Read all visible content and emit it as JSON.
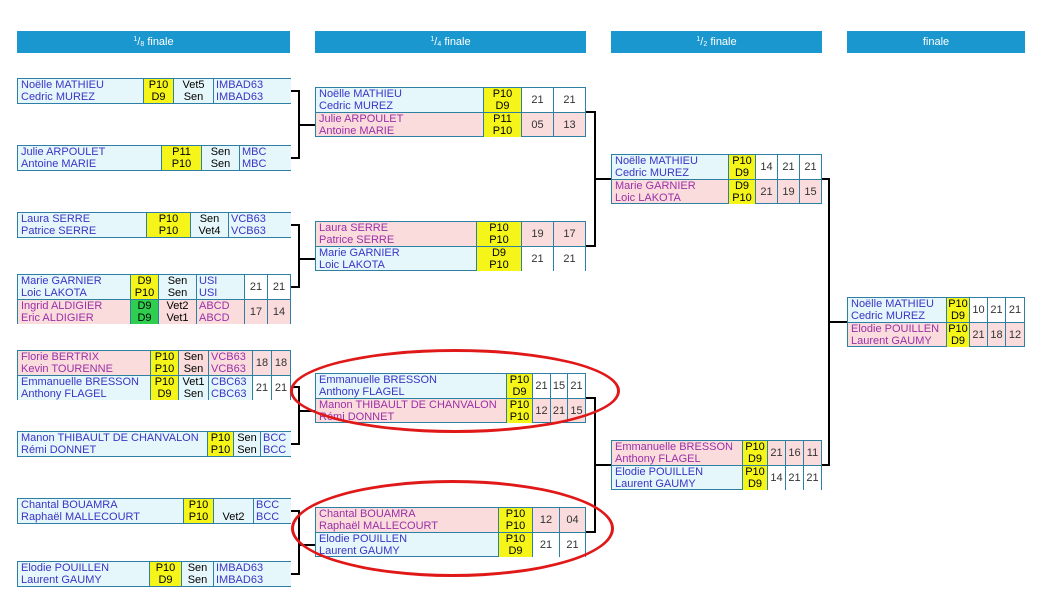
{
  "headers": {
    "r16": {
      "num": "1",
      "den": "8",
      "text": "finale"
    },
    "qf": {
      "num": "1",
      "den": "4",
      "text": "finale"
    },
    "sf": {
      "num": "1",
      "den": "2",
      "text": "finale"
    },
    "final": {
      "text": "finale"
    }
  },
  "colors": {
    "winner_bg": "#e6f7fb",
    "loser_bg": "#fbdcdc",
    "rank_bg": "#f5f51a",
    "rank_loser_bg": "#2fce4f",
    "header_bg": "#1a97cf"
  },
  "r16": [
    {
      "players": [
        [
          "Noëlle MATHIEU",
          "Cedric MUREZ"
        ],
        [
          "Julie ARPOULET",
          "Antoine MARIE"
        ]
      ],
      "ranks": [
        [
          "P10",
          "D9"
        ],
        [
          "P11",
          "P10"
        ]
      ],
      "cats": [
        [
          "Vet5",
          "Sen"
        ],
        [
          "Sen",
          "Sen"
        ]
      ],
      "clubs": [
        [
          "IMBAD63",
          "IMBAD63"
        ],
        [
          "MBC",
          "MBC"
        ]
      ]
    },
    {
      "players": [
        [
          "Laura SERRE",
          "Patrice SERRE"
        ],
        [
          "Marie GARNIER",
          "Loic LAKOTA"
        ]
      ],
      "ranks": [
        [
          "P10",
          "P10"
        ],
        [
          "D9",
          "P10"
        ]
      ],
      "cats": [
        [
          "Sen",
          "Vet4"
        ],
        [
          "Sen",
          "Sen"
        ]
      ],
      "clubs": [
        [
          "VCB63",
          "VCB63"
        ],
        [
          "USI",
          "USI"
        ]
      ]
    },
    {
      "players": [
        [
          "Ingrid ALDIGIER",
          "Eric ALDIGIER"
        ]
      ],
      "ranks": [
        [
          "D9",
          "D9"
        ]
      ],
      "cats": [
        [
          "Vet2",
          "Vet1"
        ]
      ],
      "clubs": [
        [
          "ABCD",
          "ABCD"
        ]
      ]
    },
    {
      "players": [
        [
          "Florie BERTRIX",
          "Kevin TOURENNE"
        ],
        [
          "Emmanuelle BRESSON",
          "Anthony FLAGEL"
        ]
      ],
      "ranks": [
        [
          "P10",
          "P10"
        ],
        [
          "P10",
          "D9"
        ]
      ],
      "cats": [
        [
          "Sen",
          "Sen"
        ],
        [
          "Vet1",
          "Sen"
        ]
      ],
      "clubs": [
        [
          "VCB63",
          "VCB63"
        ],
        [
          "CBC63",
          "CBC63"
        ]
      ]
    },
    {
      "players": [
        [
          "Manon THIBAULT DE CHANVALON",
          "Rémi DONNET"
        ],
        [
          "Chantal BOUAMRA",
          "Raphaël MALLECOURT"
        ]
      ],
      "ranks": [
        [
          "P10",
          "P10"
        ],
        [
          "P10",
          "P10"
        ]
      ],
      "cats": [
        [
          "Sen",
          "Sen"
        ],
        [
          "",
          "Vet2"
        ]
      ],
      "clubs": [
        [
          "BCC",
          "BCC"
        ],
        [
          "BCC",
          "BCC"
        ]
      ]
    },
    {
      "players": [
        [
          "Elodie POUILLEN",
          "Laurent GAUMY"
        ]
      ],
      "ranks": [
        [
          "P10",
          "D9"
        ]
      ],
      "cats": [
        [
          "Sen",
          "Sen"
        ]
      ],
      "clubs": [
        [
          "IMBAD63",
          "IMBAD63"
        ]
      ]
    }
  ],
  "r16_scores": {
    "garnier": [
      "21",
      "21"
    ],
    "aldigier": [
      "17",
      "14"
    ],
    "bertrix": [
      "18",
      "18"
    ],
    "bresson": [
      "21",
      "21"
    ]
  },
  "qf": [
    {
      "a": [
        "Noëlle MATHIEU",
        "Cedric MUREZ"
      ],
      "ar": [
        "P10",
        "D9"
      ],
      "as": [
        "21",
        "21"
      ],
      "b": [
        "Julie ARPOULET",
        "Antoine MARIE"
      ],
      "br": [
        "P11",
        "P10"
      ],
      "bs": [
        "05",
        "13"
      ]
    },
    {
      "a": [
        "Laura SERRE",
        "Patrice SERRE"
      ],
      "ar": [
        "P10",
        "P10"
      ],
      "as": [
        "19",
        "17"
      ],
      "b": [
        "Marie GARNIER",
        "Loic LAKOTA"
      ],
      "br": [
        "D9",
        "P10"
      ],
      "bs": [
        "21",
        "21"
      ]
    },
    {
      "a": [
        "Emmanuelle BRESSON",
        "Anthony FLAGEL"
      ],
      "ar": [
        "P10",
        "D9"
      ],
      "as": [
        "21",
        "15",
        "21"
      ],
      "b": [
        "Manon THIBAULT DE CHANVALON",
        "Rémi DONNET"
      ],
      "br": [
        "P10",
        "P10"
      ],
      "bs": [
        "12",
        "21",
        "15"
      ]
    },
    {
      "a": [
        "Chantal BOUAMRA",
        "Raphaël MALLECOURT"
      ],
      "ar": [
        "P10",
        "P10"
      ],
      "as": [
        "12",
        "04"
      ],
      "b": [
        "Elodie POUILLEN",
        "Laurent GAUMY"
      ],
      "br": [
        "P10",
        "D9"
      ],
      "bs": [
        "21",
        "21"
      ]
    }
  ],
  "sf": [
    {
      "a": [
        "Noëlle MATHIEU",
        "Cedric MUREZ"
      ],
      "ar": [
        "P10",
        "D9"
      ],
      "as": [
        "14",
        "21",
        "21"
      ],
      "b": [
        "Marie GARNIER",
        "Loic LAKOTA"
      ],
      "br": [
        "D9",
        "P10"
      ],
      "bs": [
        "21",
        "19",
        "15"
      ]
    },
    {
      "a": [
        "Emmanuelle BRESSON",
        "Anthony FLAGEL"
      ],
      "ar": [
        "P10",
        "D9"
      ],
      "as": [
        "21",
        "16",
        "11"
      ],
      "b": [
        "Elodie POUILLEN",
        "Laurent GAUMY"
      ],
      "br": [
        "P10",
        "D9"
      ],
      "bs": [
        "14",
        "21",
        "21"
      ]
    }
  ],
  "final": {
    "a": [
      "Noëlle MATHIEU",
      "Cedric MUREZ"
    ],
    "ar": [
      "P10",
      "D9"
    ],
    "as": [
      "10",
      "21",
      "21"
    ],
    "b": [
      "Elodie POUILLEN",
      "Laurent GAUMY"
    ],
    "br": [
      "P10",
      "D9"
    ],
    "bs": [
      "21",
      "18",
      "12"
    ]
  }
}
